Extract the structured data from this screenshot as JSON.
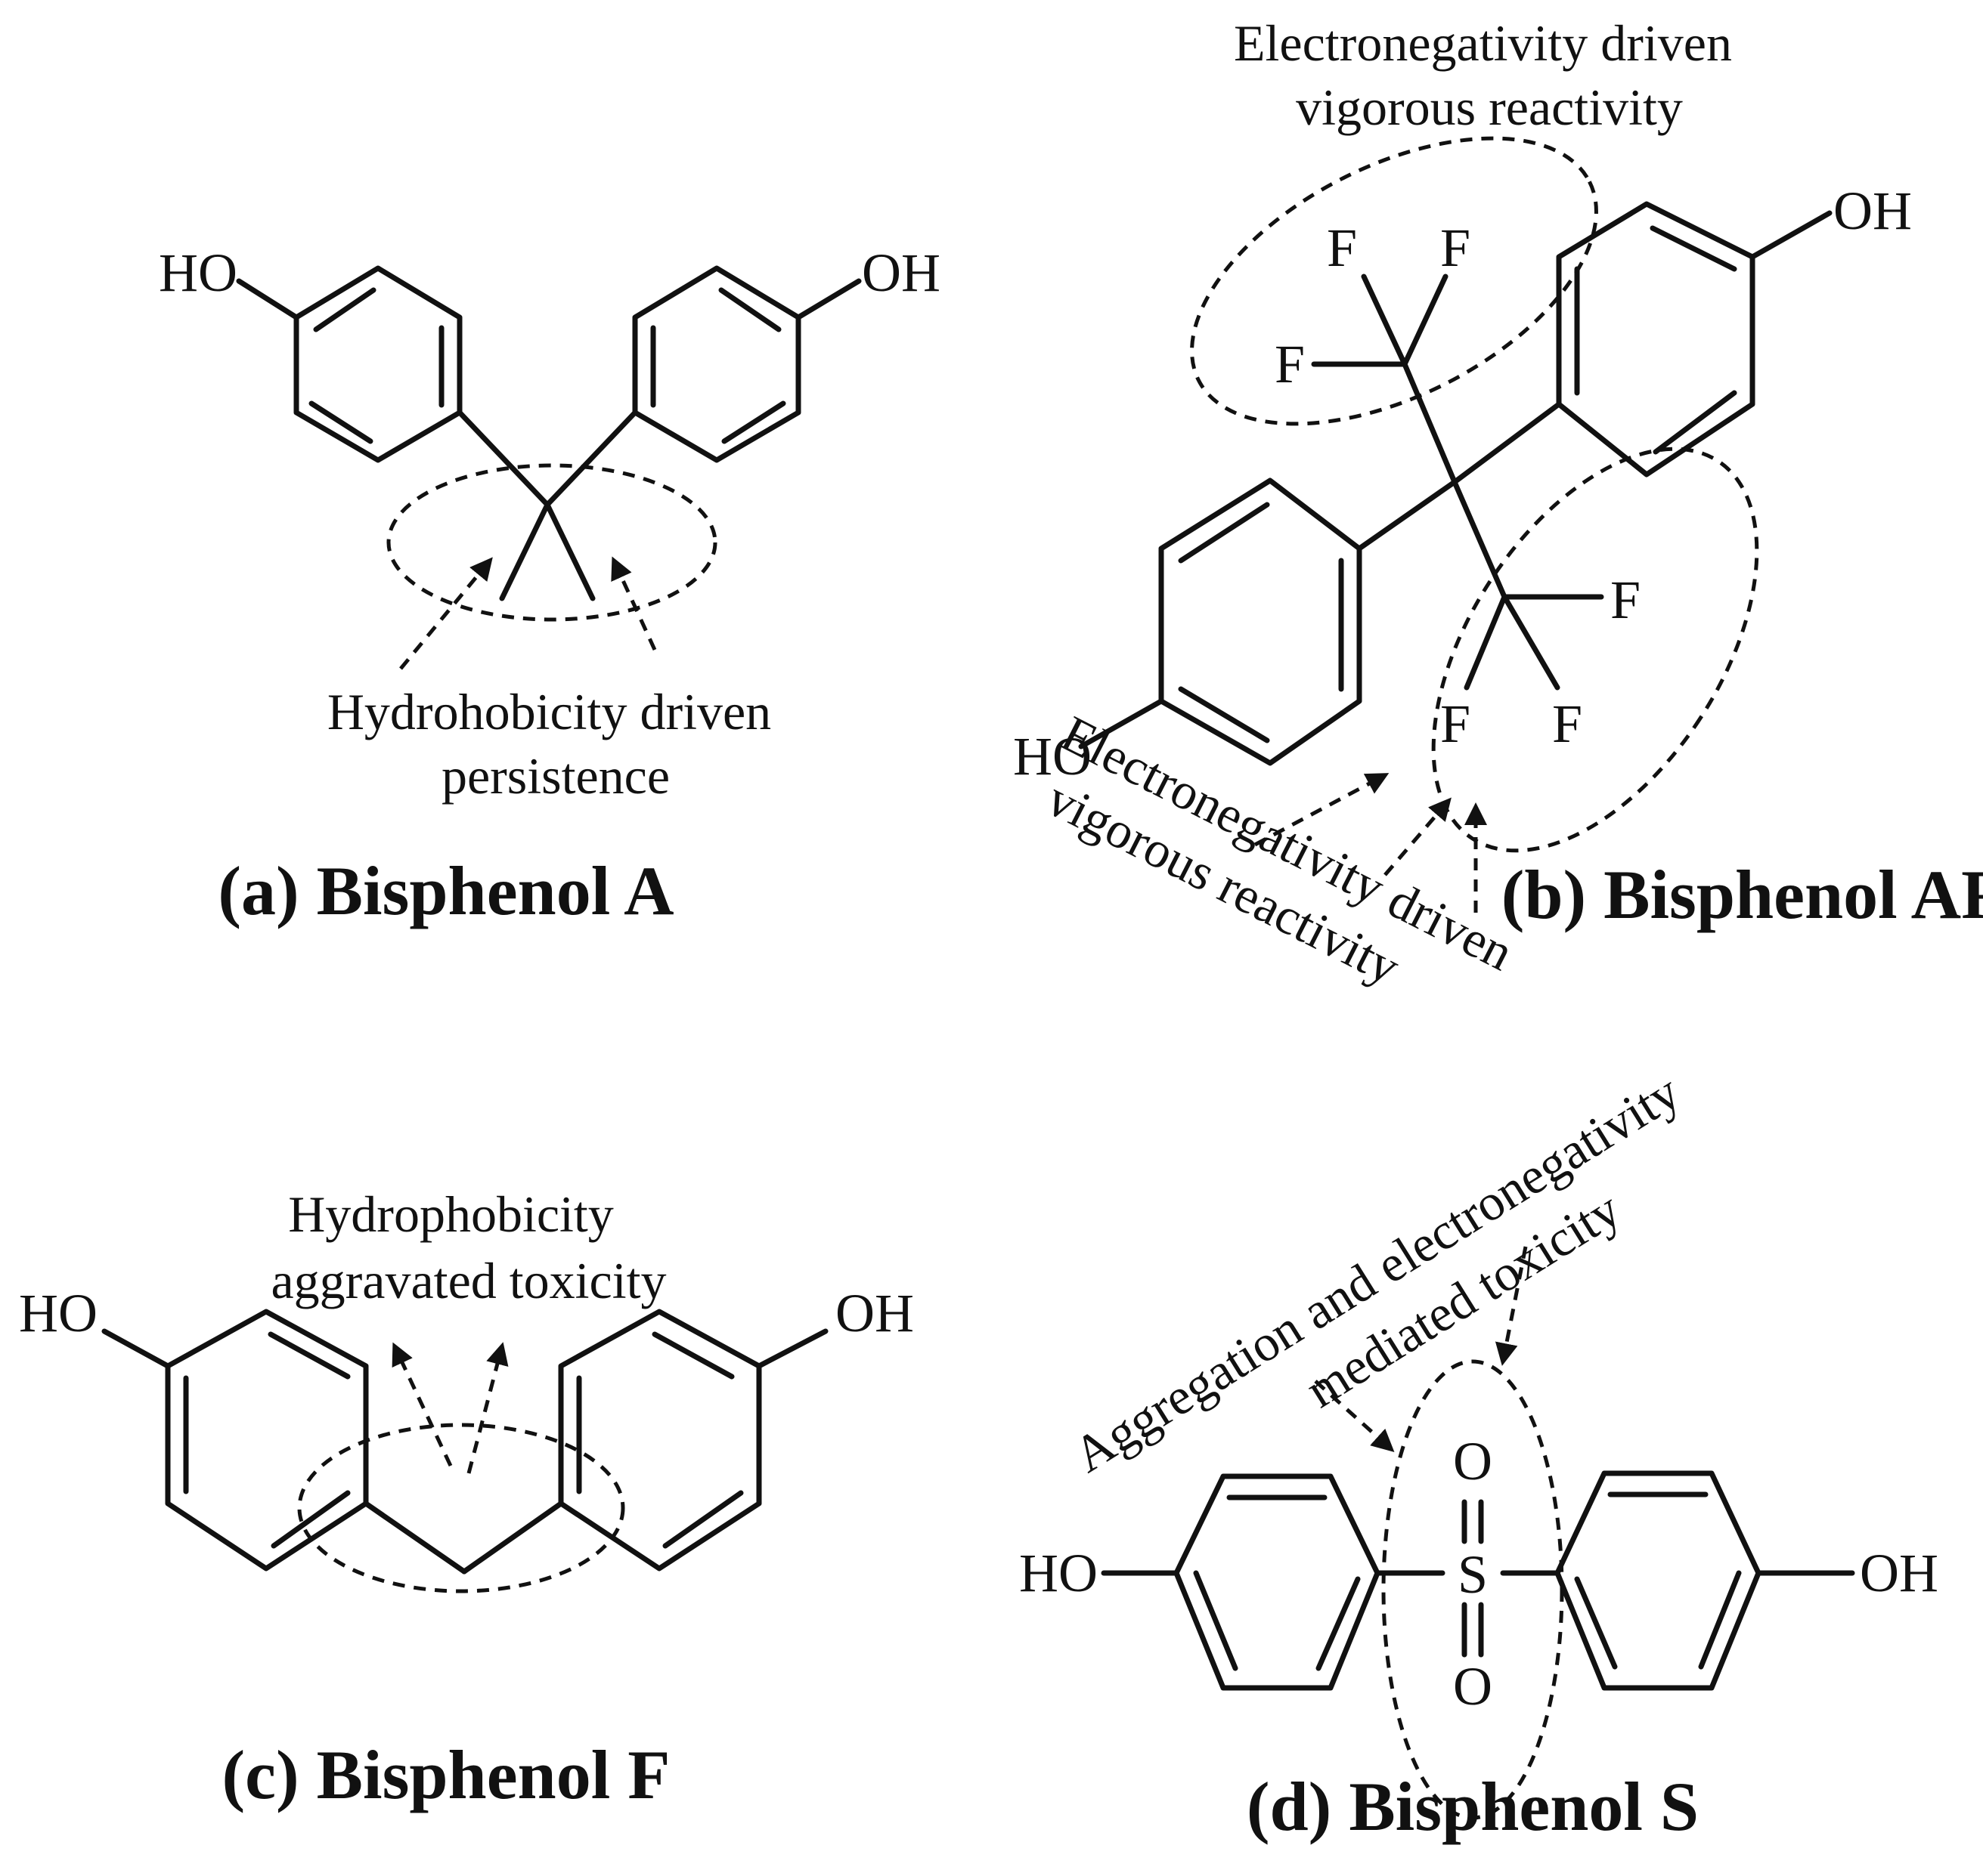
{
  "panels": {
    "a": {
      "caption": "(a) Bisphenol A",
      "atoms": {
        "ho": "HO",
        "oh": "OH"
      },
      "note": [
        "Hydrohobicity driven",
        "persistence"
      ]
    },
    "b": {
      "caption": "(b) Bisphenol AF",
      "atoms": {
        "oh": "OH",
        "ho": "HO",
        "f": "F"
      },
      "note_top": [
        "Electronegativity driven",
        "vigorous reactivity"
      ],
      "note_bottom": [
        "Electronegativity driven",
        "vigorous reactivity"
      ]
    },
    "c": {
      "caption": "(c) Bisphenol F",
      "atoms": {
        "ho": "HO",
        "oh": "OH"
      },
      "note": [
        "Hydrophobicity",
        "aggravated toxicity"
      ]
    },
    "d": {
      "caption": "(d) Bisphenol S",
      "atoms": {
        "ho": "HO",
        "oh": "OH",
        "s": "S",
        "o": "O"
      },
      "note": [
        "Aggregation and electronegativity",
        "mediated toxicity"
      ]
    }
  },
  "colors": {
    "ink": "#111111",
    "background": "#ffffff"
  }
}
